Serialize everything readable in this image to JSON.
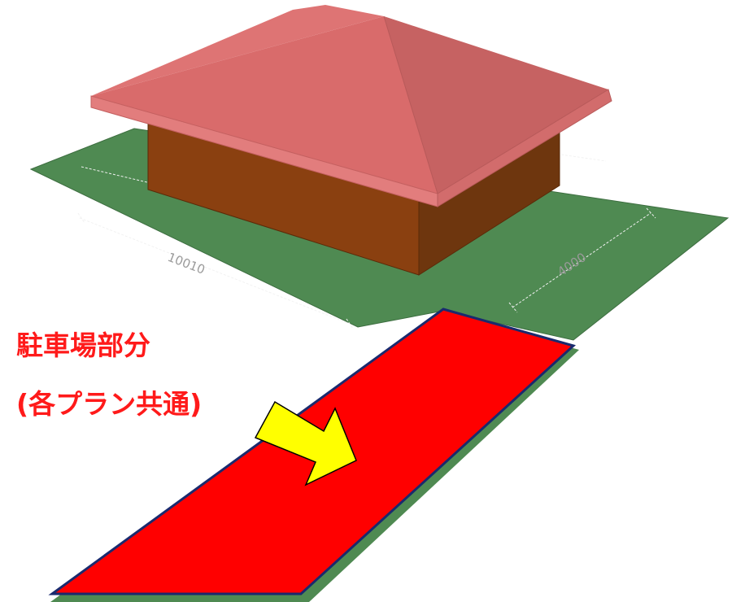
{
  "callout": {
    "line1": "駐車場部分",
    "line2": "(各プラン共通)"
  },
  "dimensions": {
    "front": "10010",
    "side": "4000"
  },
  "colors": {
    "ground": "#4f8a52",
    "parking": "#ff0000",
    "parking_outline": "#1a2a6e",
    "roof_left": "#d96b6b",
    "roof_right": "#c66262",
    "roof_edge": "#e27d7d",
    "wall_front": "#8a4010",
    "wall_side": "#6e360e",
    "arrow": "#ffff00",
    "label": "#ff1a1a"
  }
}
